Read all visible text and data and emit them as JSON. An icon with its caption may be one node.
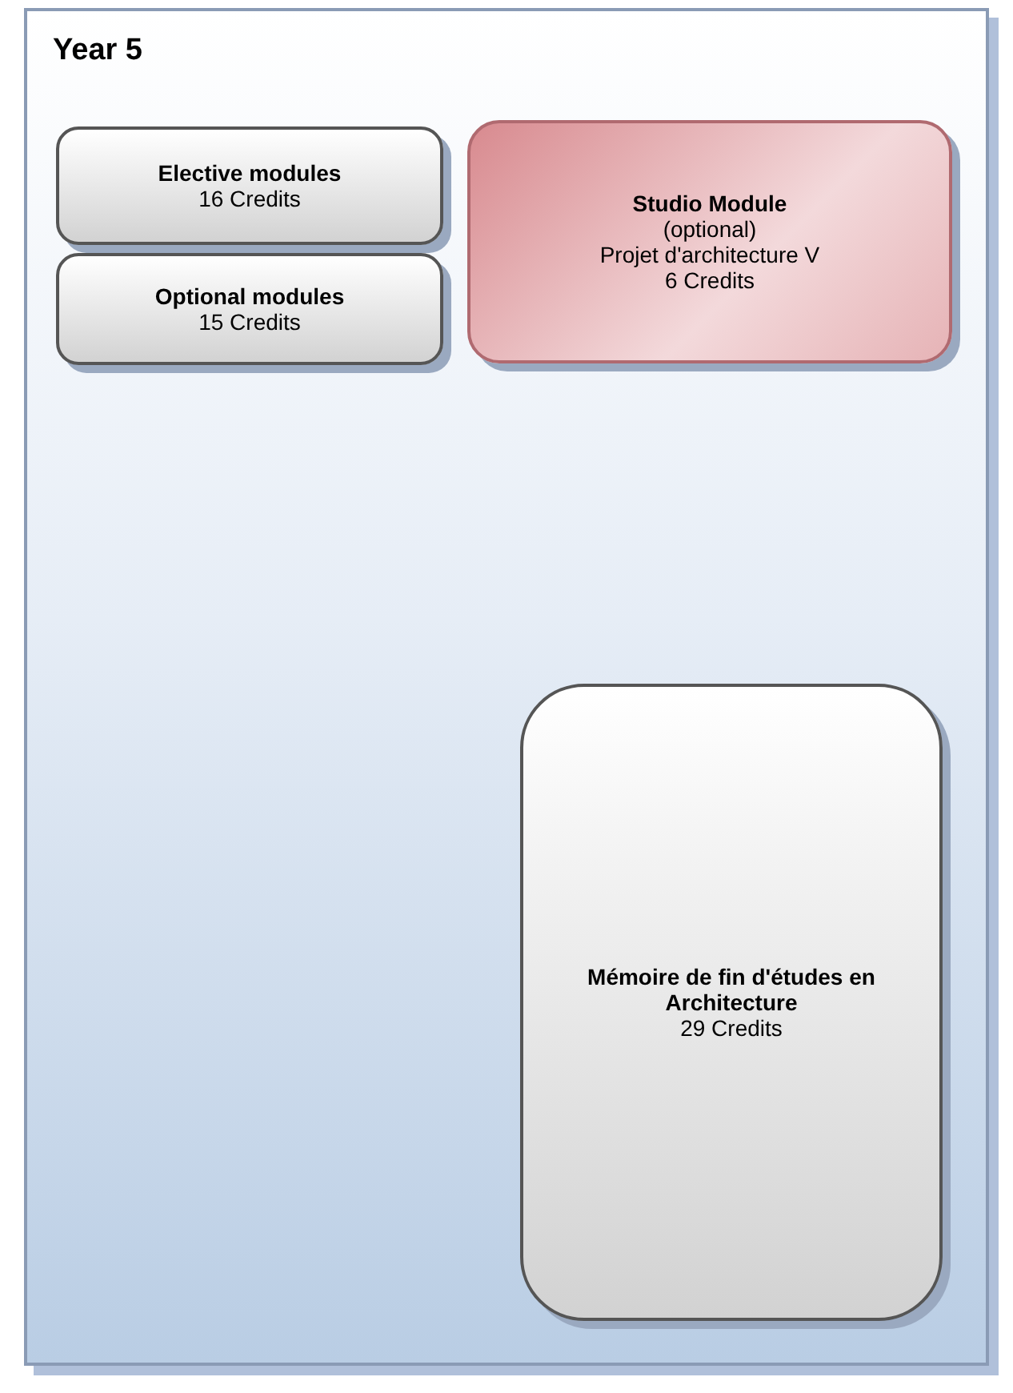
{
  "diagram": {
    "nodes": [
      {
        "text": [
          "Year 5"
        ]
      },
      {
        "text": [
          "Elective modules",
          "16 Credits"
        ],
        "in": 0
      },
      {
        "text": [
          "Optional modules",
          "15 Credits"
        ],
        "in": 0
      },
      {
        "text": [
          "Studio Module",
          "(optional)",
          "Projet d'architecture V",
          "6 Credits"
        ],
        "in": 0
      },
      {
        "text": [
          "Mémoire de fin d'études en Architecture",
          "29 Credits"
        ],
        "in": 0
      }
    ]
  }
}
